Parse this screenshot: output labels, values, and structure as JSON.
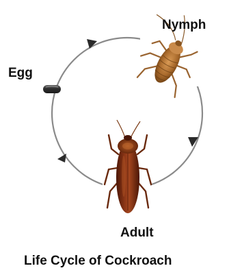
{
  "diagram": {
    "stages": [
      {
        "label": "Egg"
      },
      {
        "label": "Nymph"
      },
      {
        "label": "Adult"
      }
    ],
    "caption": "Life Cycle of Cockroach"
  },
  "colors": {
    "cycle_line": "#8a8a8a",
    "arrowhead": "#2a2a2a",
    "egg": "#3a3a3a",
    "nymph_body": "#a86a2a",
    "adult_body": "#7a2a10",
    "text": "#111111"
  },
  "icons": [
    "egg-icon",
    "nymph-cockroach-icon",
    "adult-cockroach-icon"
  ]
}
